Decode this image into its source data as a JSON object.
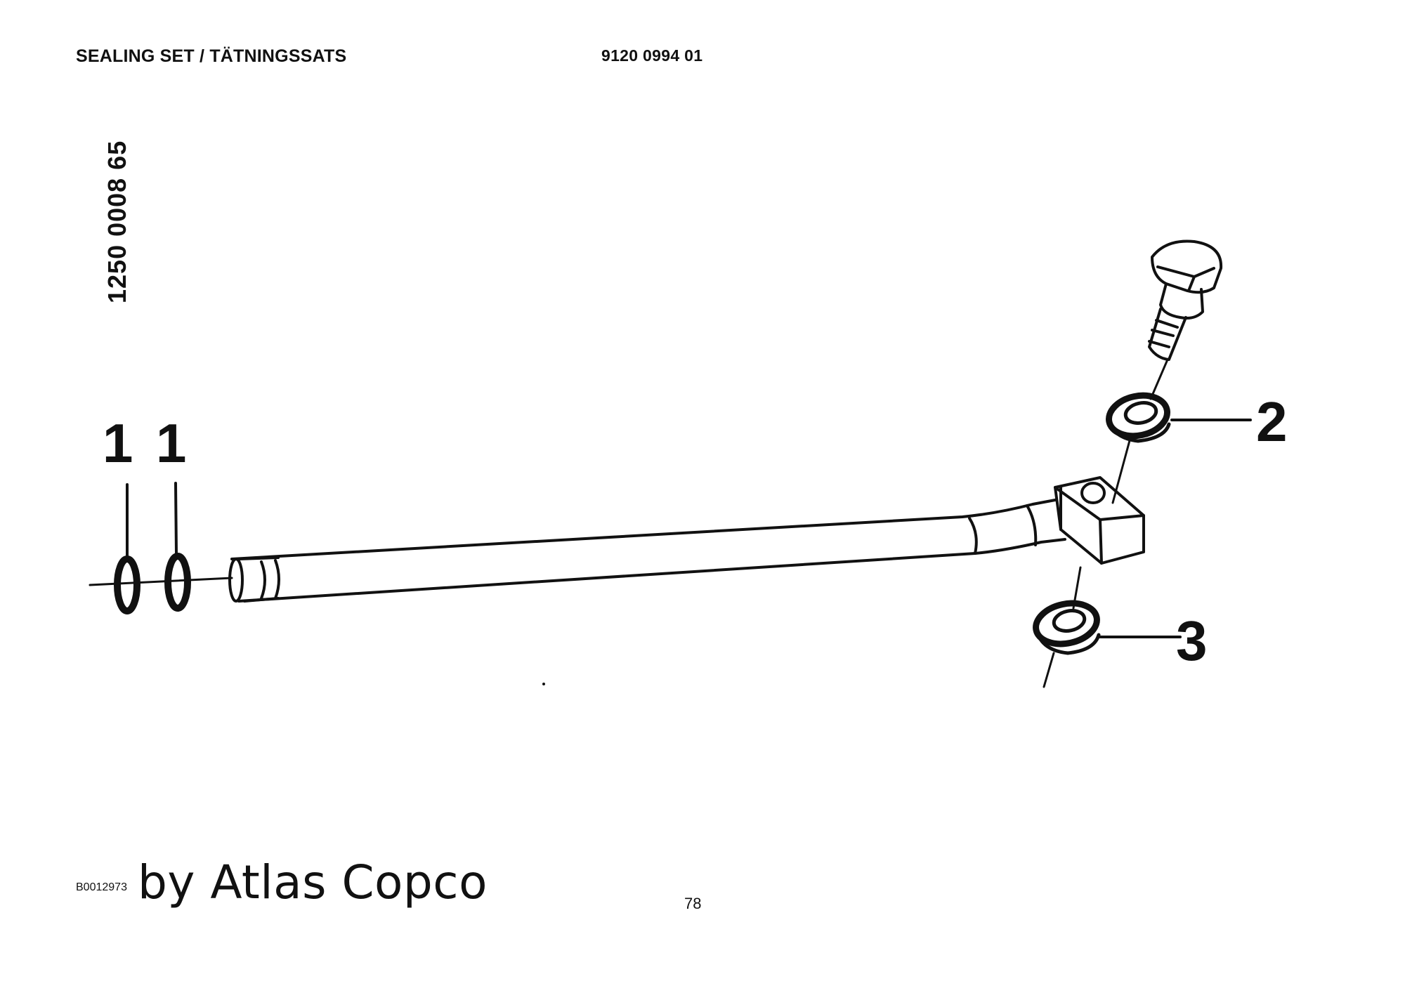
{
  "header": {
    "title": "SEALING SET / TÄTNINGSSATS",
    "code": "9120 0994 01"
  },
  "side_code": "1250 0008 65",
  "callouts": [
    "1",
    "1",
    "2",
    "3"
  ],
  "footer": {
    "reference": "B0012973",
    "brand": "by Atlas Copco",
    "page_number": "78"
  },
  "colors": {
    "ink": "#111111",
    "paper": "#ffffff"
  }
}
